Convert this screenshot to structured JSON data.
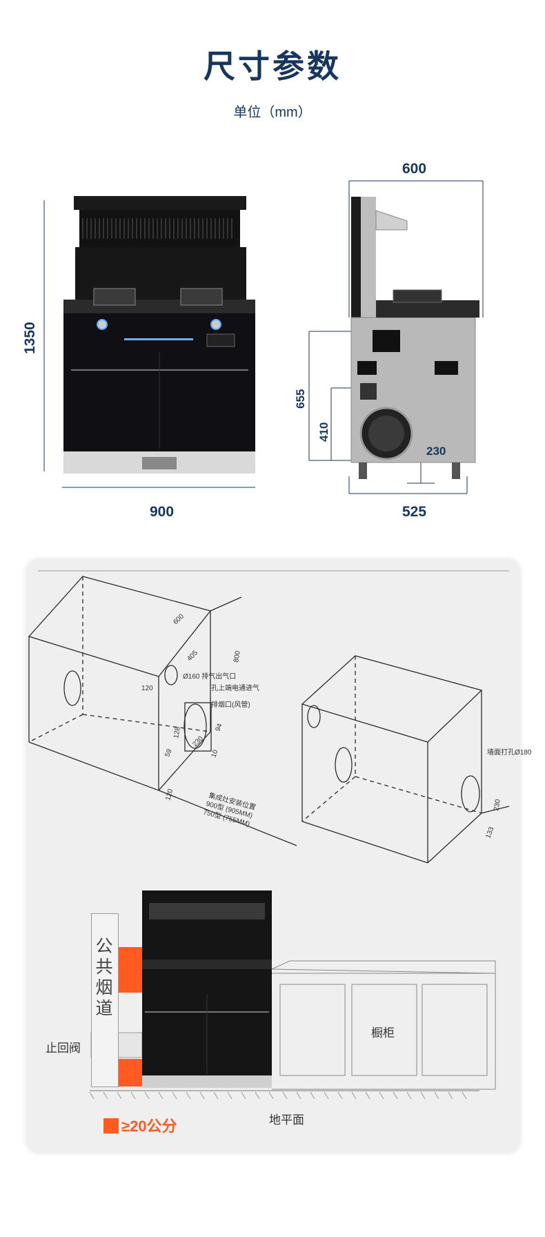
{
  "header": {
    "title": "尺寸参数",
    "unit": "单位（mm）"
  },
  "front_view": {
    "height_label": "1350",
    "width_label": "900"
  },
  "side_view": {
    "depth_top_label": "600",
    "depth_bottom_label": "525",
    "label_655": "655",
    "label_410": "410",
    "label_230": "230"
  },
  "install_diagram": {
    "left_box": {
      "d600": "600",
      "d800": "800",
      "d405": "405",
      "d120a": "120",
      "d94": "94",
      "d10": "10",
      "d59": "59",
      "d120b": "120",
      "d128": "128",
      "d230": "230",
      "note_vent": "Ø160 排气出气口",
      "note_power": "孔上端电通进气",
      "note_fan": "排烟口(风管)",
      "note_pos": "集成灶安装位置",
      "note_900": "900型 (905MM)",
      "note_750": "750型 (755MM)"
    },
    "right_box": {
      "note_hole": "墙面打孔Ø180",
      "d230": "230",
      "d133": "133"
    }
  },
  "kitchen_scene": {
    "chimney_label": "公共烟道",
    "valve_label": "止回阀",
    "cabinet_label": "橱柜",
    "floor_label": "地平面",
    "legend_label": "≥20公分",
    "accent_color": "#ff5a1f"
  }
}
